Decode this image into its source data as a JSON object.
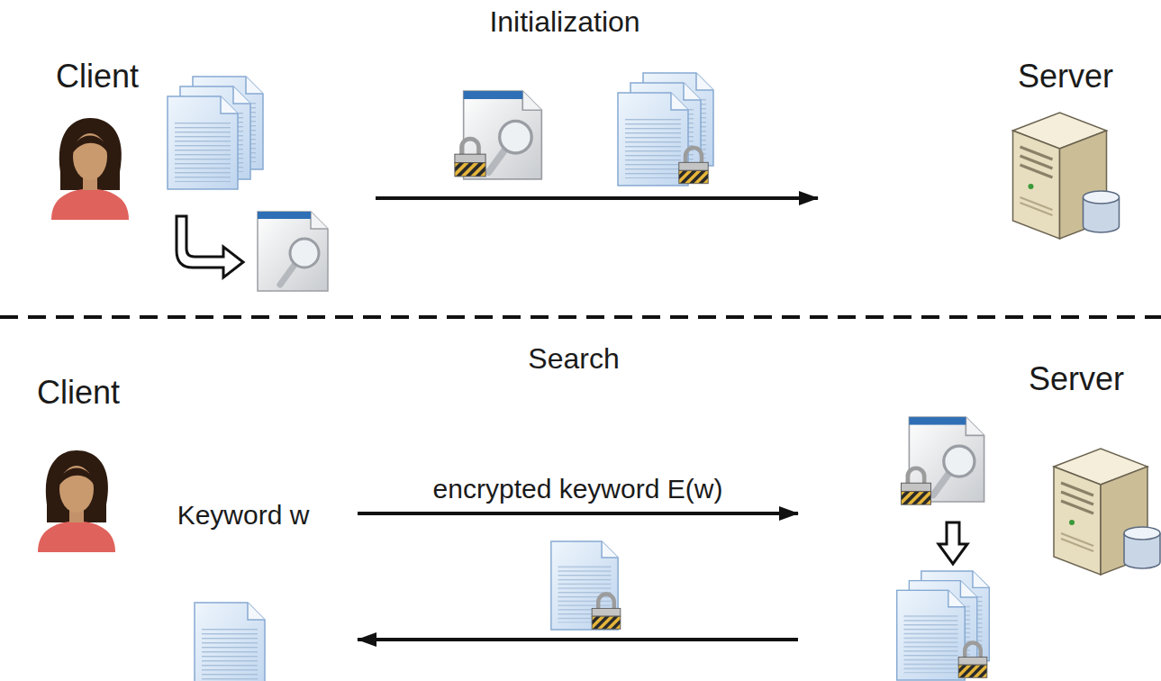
{
  "diagram": {
    "nodes": [
      {
        "text": [
          "Client"
        ]
      },
      {
        "text": [
          "Server"
        ]
      },
      {
        "text": [
          "Client",
          "Keyword w"
        ]
      },
      {
        "text": [
          "Server"
        ]
      }
    ],
    "edges": [
      {
        "from": 0,
        "to": 1,
        "arrow": "to"
      },
      {
        "from": 2,
        "to": 3,
        "label": "encrypted keyword E(w)",
        "arrow": "to"
      },
      {
        "from": 3,
        "to": 2,
        "arrow": "to"
      }
    ],
    "labels": [
      "Initialization",
      "Search"
    ]
  }
}
